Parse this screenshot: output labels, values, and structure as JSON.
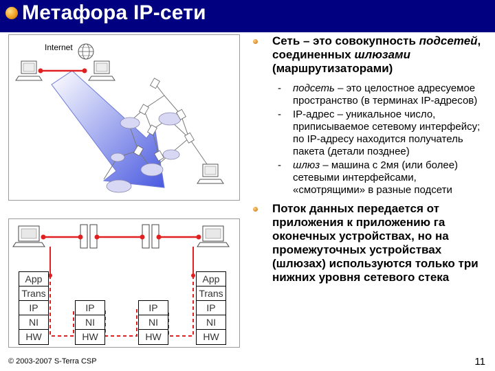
{
  "title": "Метафора IP-сети",
  "diagram_top": {
    "cloud_label": "Internet"
  },
  "diagram_bottom": {
    "stacks": [
      {
        "layers": [
          "App",
          "Trans",
          "IP",
          "NI",
          "HW"
        ]
      },
      {
        "layers": [
          "IP",
          "NI",
          "HW"
        ]
      },
      {
        "layers": [
          "IP",
          "NI",
          "HW"
        ]
      },
      {
        "layers": [
          "App",
          "Trans",
          "IP",
          "NI",
          "HW"
        ]
      }
    ],
    "colors": {
      "link": "#e02020",
      "arrow": "#5060e0"
    }
  },
  "bullets": {
    "b1": {
      "t1": "Сеть – это совокупность ",
      "i1": "подсетей",
      "t2": ", соединенных ",
      "i2": "шлюзами",
      "t3": " (маршрутизаторами)"
    },
    "sub1": {
      "i1": "подсеть",
      "t1": " – это целостное адресуемое пространство (в терминах IP-адресов)"
    },
    "sub2": {
      "t1": "IP-адрес – уникальное число, приписываемое сетевому интерфейсу; по IP-адресу находится получатель пакета (детали позднее)"
    },
    "sub3": {
      "i1": "шлюз",
      "t1": " – машина с 2мя (или более) сетевыми интерфейсами, «смотрящими» в разные подсети"
    },
    "b2": {
      "t1": "Поток данных передается от приложения к приложению га оконечных устройствах, но на промежуточных устройствах (шлюзах) используются только три нижних уровня сетевого стека"
    },
    "dash": "-"
  },
  "footer": {
    "copyright": "© 2003-2007   S-Terra CSP",
    "page": "11"
  }
}
